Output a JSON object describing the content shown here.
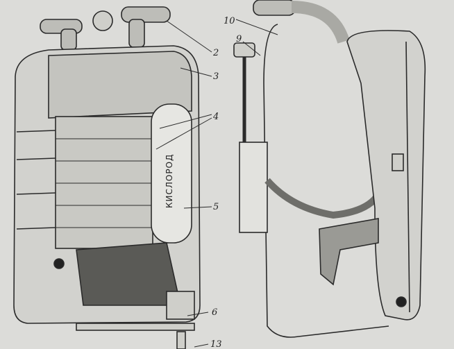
{
  "figure": {
    "tank_inscription": "КИСЛОРОД",
    "callouts": [
      "2",
      "3",
      "4",
      "5",
      "6",
      "9",
      "10",
      "13"
    ]
  },
  "colors": {
    "paper": "#dcdcd9",
    "ink": "#2a2a2a",
    "shade": "#6e6e6a"
  }
}
